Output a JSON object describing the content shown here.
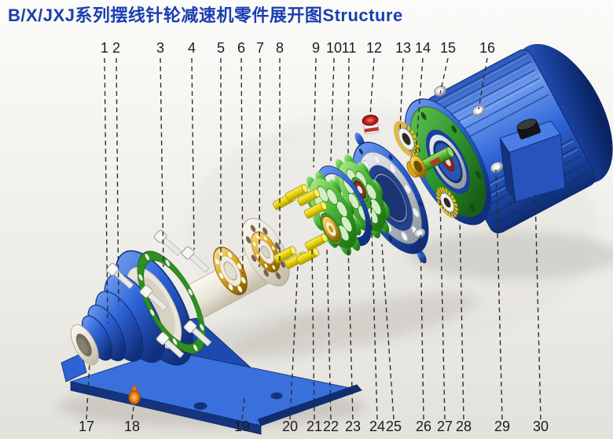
{
  "title": "B/X/JXJ系列摆线针轮减速机零件展开图Structure",
  "diagram": {
    "type": "exploded-parts-diagram",
    "callouts_top": [
      "1",
      "2",
      "3",
      "4",
      "5",
      "6",
      "7",
      "8",
      "9",
      "10",
      "11",
      "12",
      "13",
      "14",
      "15",
      "16"
    ],
    "callouts_bottom": [
      "17",
      "18",
      "19",
      "20",
      "21",
      "22",
      "23",
      "24",
      "25",
      "26",
      "27",
      "28",
      "29",
      "30"
    ]
  },
  "colors": {
    "title_text": "#1b3eb0",
    "housing_blue": "#2d63d6",
    "gasket_green": "#2f8f1f",
    "cycloid_disc_green": "#56c145",
    "bearing_gold": "#e2ab22",
    "pin_yellow": "#e8d206",
    "seal_red": "#8e2d1a",
    "plug_orange": "#f08a1d",
    "leader_line": "#2d2d2d",
    "background": "#eeede9"
  }
}
